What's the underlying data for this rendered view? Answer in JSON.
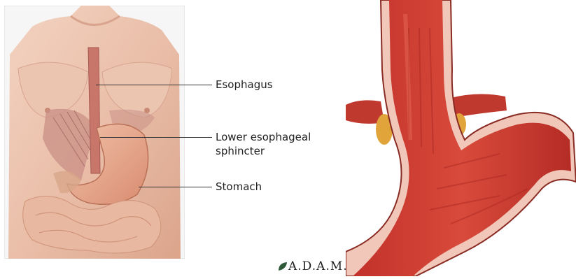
{
  "labels": {
    "esophagus": "Esophagus",
    "les_line1": "Lower esophageal",
    "les_line2": "sphincter",
    "stomach": "Stomach"
  },
  "logo": {
    "text": "A.D.A.M."
  }
}
